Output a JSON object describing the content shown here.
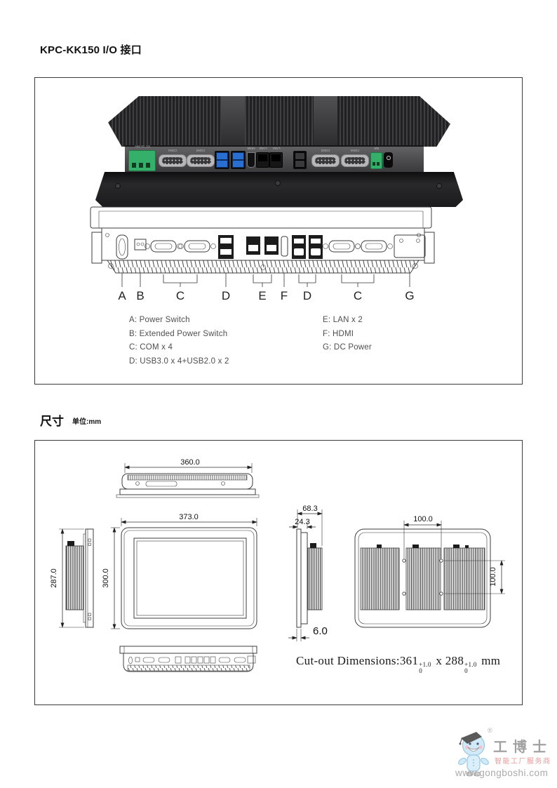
{
  "page": {
    "title": "KPC-KK150 I/O 接口",
    "dim_section_title": "尺寸",
    "dim_section_unit": "单位:mm"
  },
  "io": {
    "legend_left": [
      "A: Power Switch",
      "B: Extended Power Switch",
      "C: COM x 4",
      "D: USB3.0 x 4+USB2.0 x 2"
    ],
    "legend_right": [
      "E: LAN x 2",
      "F: HDMI",
      "G: DC Power"
    ],
    "port_labels": [
      "A",
      "B",
      "C",
      "D",
      "E",
      "F",
      "D",
      "C",
      "G"
    ],
    "photo_labels": {
      "dc": "DC 10-28V",
      "com1": "COM1",
      "com2": "COM2",
      "hdmi": "HDMI",
      "lan2": "LAN2",
      "lan1": "LAN1",
      "com3": "COM3",
      "com4": "COM4",
      "sw": "SW"
    }
  },
  "dims": {
    "top_width": "360.0",
    "front_width": "373.0",
    "front_height": "300.0",
    "side_height": "287.0",
    "depth_total": "68.3",
    "depth_front": "24.3",
    "panel_thickness": "6.0",
    "vesa_h": "100.0",
    "vesa_v": "100.0",
    "cutout_label": "Cut-out Dimensions:",
    "cutout_width": "361",
    "cutout_sep": "x",
    "cutout_height": "288",
    "cutout_unit": "mm",
    "tol_upper": "+1.0",
    "tol_lower": "0"
  },
  "footer": {
    "brand": "工博士",
    "reg_mark": "®",
    "tagline": "智能工厂服务商",
    "website": "www.gongboshi.com"
  }
}
